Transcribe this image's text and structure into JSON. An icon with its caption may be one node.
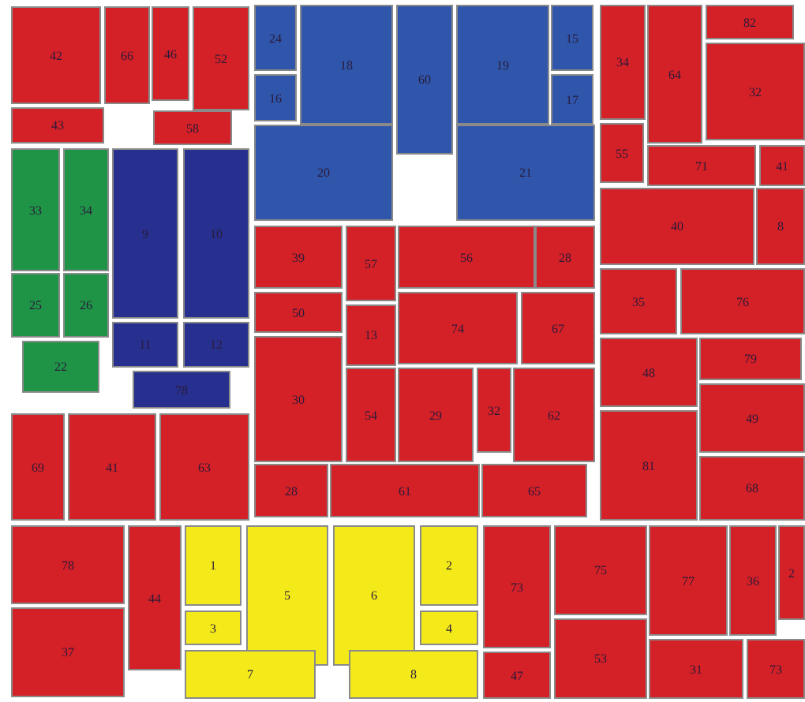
{
  "diagram": {
    "nodes": [
      {
        "text": [
          "42"
        ]
      },
      {
        "text": [
          "66"
        ]
      },
      {
        "text": [
          "46"
        ]
      },
      {
        "text": [
          "52"
        ]
      },
      {
        "text": [
          "43"
        ]
      },
      {
        "text": [
          "58"
        ]
      },
      {
        "text": [
          "24"
        ]
      },
      {
        "text": [
          "16"
        ]
      },
      {
        "text": [
          "18"
        ]
      },
      {
        "text": [
          "60"
        ]
      },
      {
        "text": [
          "19"
        ]
      },
      {
        "text": [
          "15"
        ]
      },
      {
        "text": [
          "17"
        ]
      },
      {
        "text": [
          "20"
        ]
      },
      {
        "text": [
          "21"
        ]
      },
      {
        "text": [
          "34"
        ]
      },
      {
        "text": [
          "64"
        ]
      },
      {
        "text": [
          "82"
        ]
      },
      {
        "text": [
          "32"
        ]
      },
      {
        "text": [
          "55"
        ]
      },
      {
        "text": [
          "71"
        ]
      },
      {
        "text": [
          "41"
        ]
      },
      {
        "text": [
          "40"
        ]
      },
      {
        "text": [
          "8"
        ]
      },
      {
        "text": [
          "33"
        ]
      },
      {
        "text": [
          "34"
        ]
      },
      {
        "text": [
          "25"
        ]
      },
      {
        "text": [
          "26"
        ]
      },
      {
        "text": [
          "22"
        ]
      },
      {
        "text": [
          "9"
        ]
      },
      {
        "text": [
          "10"
        ]
      },
      {
        "text": [
          "11"
        ]
      },
      {
        "text": [
          "12"
        ]
      },
      {
        "text": [
          "78"
        ]
      },
      {
        "text": [
          "39"
        ]
      },
      {
        "text": [
          "57"
        ]
      },
      {
        "text": [
          "56"
        ]
      },
      {
        "text": [
          "28"
        ]
      },
      {
        "text": [
          "50"
        ]
      },
      {
        "text": [
          "13"
        ]
      },
      {
        "text": [
          "74"
        ]
      },
      {
        "text": [
          "67"
        ]
      },
      {
        "text": [
          "30"
        ]
      },
      {
        "text": [
          "54"
        ]
      },
      {
        "text": [
          "29"
        ]
      },
      {
        "text": [
          "32"
        ]
      },
      {
        "text": [
          "62"
        ]
      },
      {
        "text": [
          "35"
        ]
      },
      {
        "text": [
          "76"
        ]
      },
      {
        "text": [
          "48"
        ]
      },
      {
        "text": [
          "79"
        ]
      },
      {
        "text": [
          "49"
        ]
      },
      {
        "text": [
          "81"
        ]
      },
      {
        "text": [
          "68"
        ]
      },
      {
        "text": [
          "69"
        ]
      },
      {
        "text": [
          "41"
        ]
      },
      {
        "text": [
          "63"
        ]
      },
      {
        "text": [
          "28"
        ]
      },
      {
        "text": [
          "61"
        ]
      },
      {
        "text": [
          "65"
        ]
      },
      {
        "text": [
          "78"
        ]
      },
      {
        "text": [
          "44"
        ]
      },
      {
        "text": [
          "1"
        ]
      },
      {
        "text": [
          "5"
        ]
      },
      {
        "text": [
          "6"
        ]
      },
      {
        "text": [
          "2"
        ]
      },
      {
        "text": [
          "73"
        ]
      },
      {
        "text": [
          "75"
        ]
      },
      {
        "text": [
          "77"
        ]
      },
      {
        "text": [
          "36"
        ]
      },
      {
        "text": [
          "2"
        ]
      },
      {
        "text": [
          "37"
        ]
      },
      {
        "text": [
          "3"
        ]
      },
      {
        "text": [
          "4"
        ]
      },
      {
        "text": [
          "53"
        ]
      },
      {
        "text": [
          "7"
        ]
      },
      {
        "text": [
          "8"
        ]
      },
      {
        "text": [
          "47"
        ]
      },
      {
        "text": [
          "31"
        ]
      },
      {
        "text": [
          "73"
        ]
      }
    ]
  }
}
